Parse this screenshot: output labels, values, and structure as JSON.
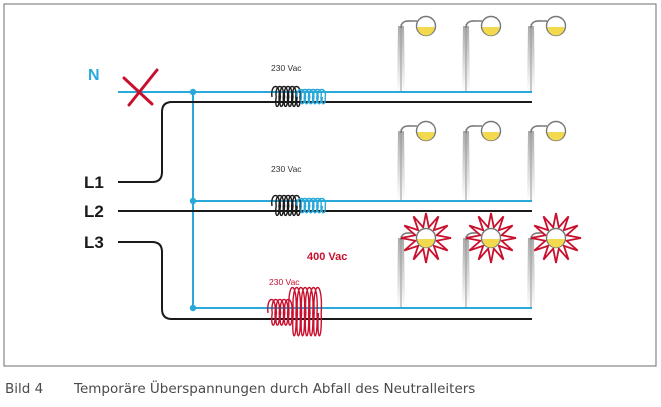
{
  "diagram": {
    "labels": {
      "neutral": "N",
      "phase1": "L1",
      "phase2": "L2",
      "phase3": "L3"
    },
    "circuits": [
      {
        "voltage_label": "230 Vac"
      },
      {
        "voltage_label": "230 Vac"
      },
      {
        "voltage_label_nominal": "230 Vac",
        "voltage_label_over": "400 Vac"
      }
    ],
    "colors": {
      "neutral": "#29a9d9",
      "phase": "#1a1a1a",
      "overvoltage": "#c8102e",
      "lamp": "#f2d94e",
      "frame": "#6d6d6d"
    }
  },
  "caption": {
    "number": "Bild 4",
    "text": "Temporäre Überspannungen durch Abfall des Neutralleiters"
  }
}
